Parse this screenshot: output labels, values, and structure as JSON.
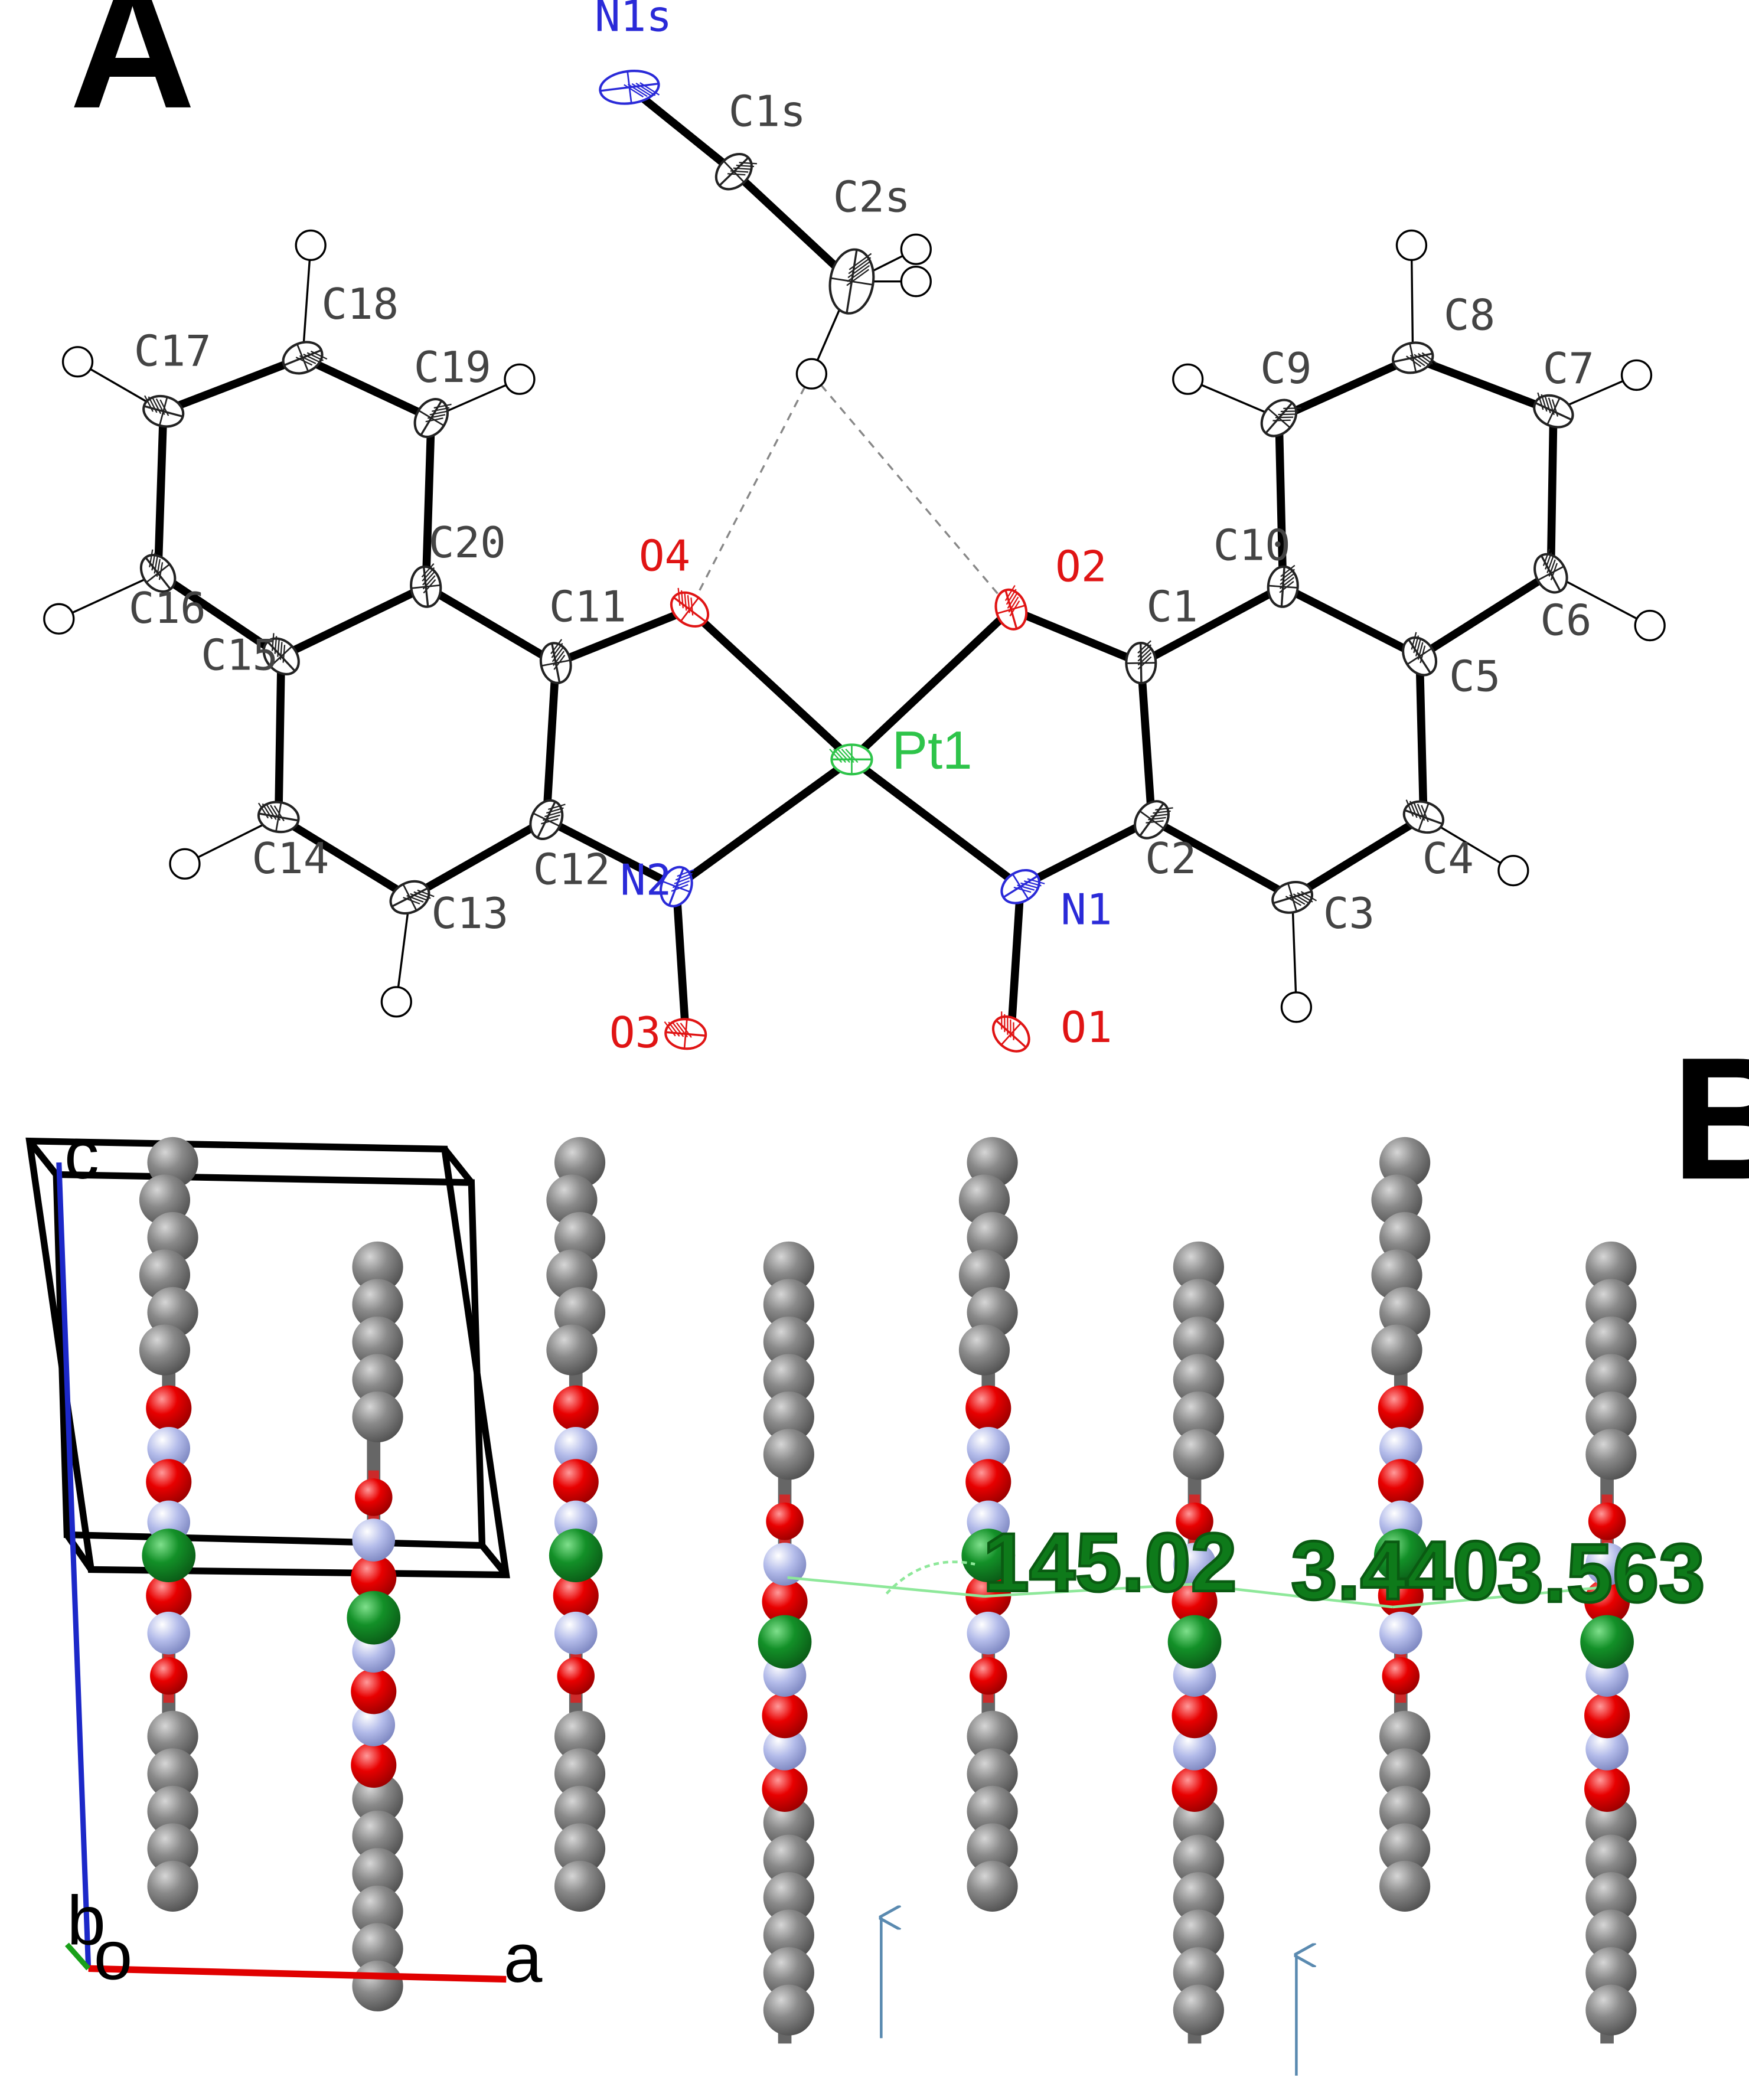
{
  "panels": {
    "a": "A",
    "b": "B"
  },
  "colors": {
    "carbon": "#7a7a7a",
    "oxygen": "#e00000",
    "nitrogen_b": "#a9b3e3",
    "platinum_b": "#138a28",
    "label_c": "#444444",
    "label_n": "#2a2ad8",
    "label_o": "#e01414",
    "label_pt": "#2ec44a",
    "axis_a": "#e00000",
    "axis_b": "#19a019",
    "axis_c": "#1c28c8",
    "measure": "#0e7a1a",
    "arrow": "#5a8ab0"
  },
  "atoms": {
    "Pt1": "Pt1",
    "O1": "O1",
    "O2": "O2",
    "O3": "O3",
    "O4": "O4",
    "N1": "N1",
    "N2": "N2",
    "N1s": "N1s",
    "C1s": "C1s",
    "C2s": "C2s",
    "C1": "C1",
    "C2": "C2",
    "C3": "C3",
    "C4": "C4",
    "C5": "C5",
    "C6": "C6",
    "C7": "C7",
    "C8": "C8",
    "C9": "C9",
    "C10": "C10",
    "C11": "C11",
    "C12": "C12",
    "C13": "C13",
    "C14": "C14",
    "C15": "C15",
    "C16": "C16",
    "C17": "C17",
    "C18": "C18",
    "C19": "C19",
    "C20": "C20"
  },
  "packing": {
    "axes": {
      "a": "a",
      "b": "b",
      "c": "c",
      "origin": "o"
    },
    "measurements": {
      "angle": "145.02",
      "d1": "3.440",
      "d2": "3.563"
    }
  }
}
